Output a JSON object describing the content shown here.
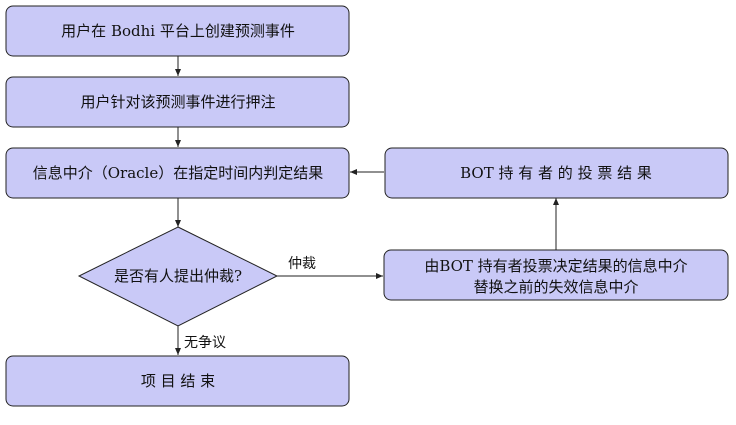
{
  "nodes": {
    "create": "用户在 Bodhi 平台上创建预测事件",
    "bet": "用户针对该预测事件进行押注",
    "oracle": "信息中介（Oracle）在指定时间内判定结果",
    "bot_vote": "BOT 持 有 者 的 投 票 结 果",
    "arbitration": "是否有人提出仲裁?",
    "replace_line1": "由BOT 持有者投票决定结果的信息中介",
    "replace_line2": "替换之前的失效信息中介",
    "end": "项 目 结 束"
  },
  "edge_labels": {
    "arbitration_yes": "仲裁",
    "arbitration_no": "无争议"
  },
  "colors": {
    "node_fill": "#c9c9f7",
    "stroke": "#222222"
  }
}
